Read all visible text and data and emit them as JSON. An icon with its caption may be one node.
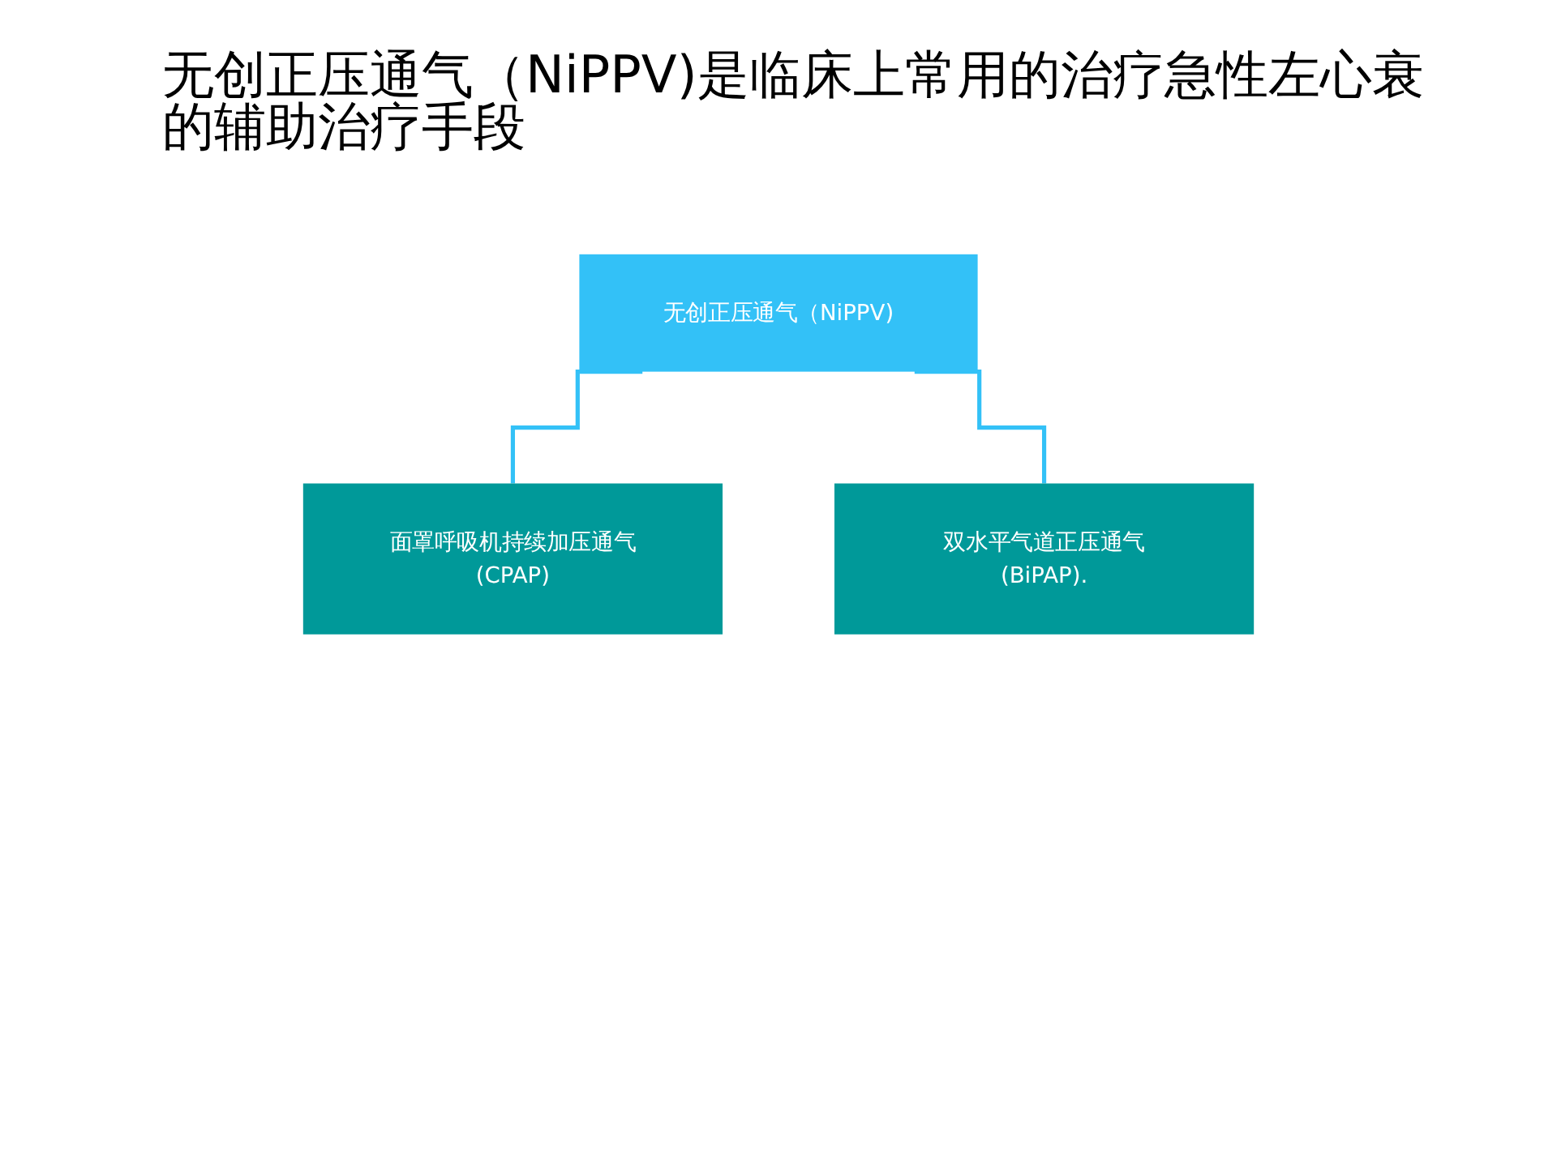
{
  "diagram": {
    "title": "无创正压通气（NiPPV)是临床上常用的治疗急性左心衰的辅助治疗手段",
    "nodes": [
      {
        "text": [
          "无创正压通气（NiPPV)"
        ]
      },
      {
        "text": [
          "面罩呼吸机持续加压通气(CPAP)"
        ]
      },
      {
        "text": [
          "双水平气道正压通气(BiPAP)."
        ]
      }
    ],
    "edges": [
      {
        "from": 0,
        "to": 1,
        "arrow": "none"
      },
      {
        "from": 0,
        "to": 2,
        "arrow": "none"
      }
    ]
  }
}
